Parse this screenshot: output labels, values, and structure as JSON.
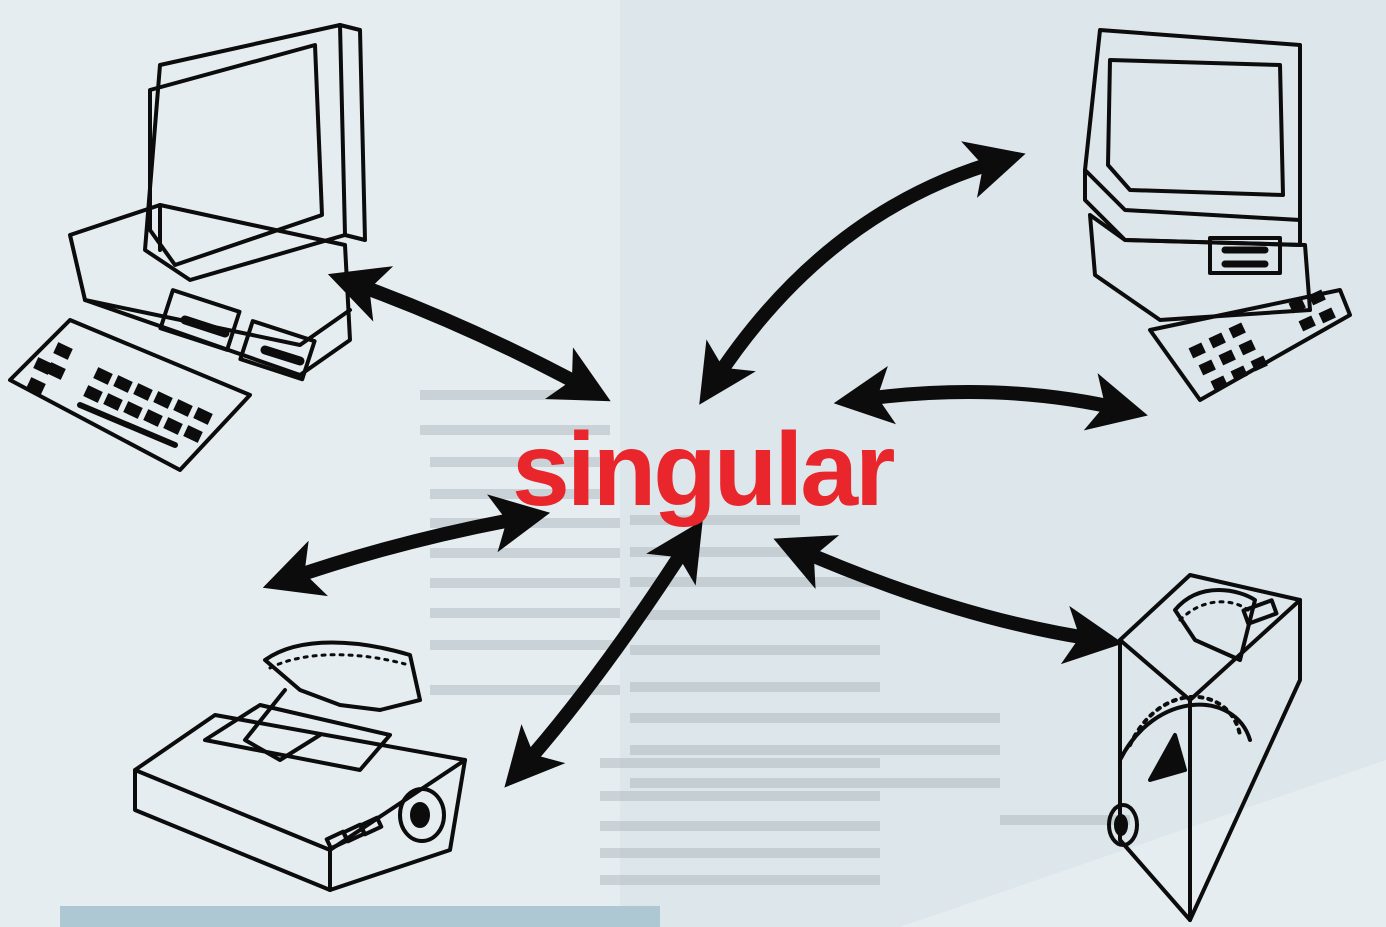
{
  "center_label": "singular",
  "colors": {
    "background": "#e6edf0",
    "ink": "#0c0c0c",
    "brand_red": "#e8262b",
    "show_through_text": "#a9b4b9",
    "bottom_strip": "#aec8d3"
  },
  "nodes": [
    {
      "id": "computer-top-left",
      "icon": "desktop-computer-icon"
    },
    {
      "id": "computer-top-right",
      "icon": "desktop-computer-icon"
    },
    {
      "id": "printer-bottom-left",
      "icon": "printer-icon"
    },
    {
      "id": "printer-bottom-right",
      "icon": "printer-icon"
    }
  ],
  "connections": [
    {
      "from": "singular",
      "to": "computer-top-left",
      "style": "double-arrow"
    },
    {
      "from": "singular",
      "to": "computer-top-right",
      "style": "double-arrow"
    },
    {
      "from": "singular",
      "to": "right-side",
      "style": "double-arrow"
    },
    {
      "from": "singular",
      "to": "printer-bottom-left",
      "style": "double-arrow"
    },
    {
      "from": "singular",
      "to": "printer-bottom-left",
      "style": "double-arrow"
    },
    {
      "from": "singular",
      "to": "printer-bottom-right",
      "style": "double-arrow"
    }
  ]
}
